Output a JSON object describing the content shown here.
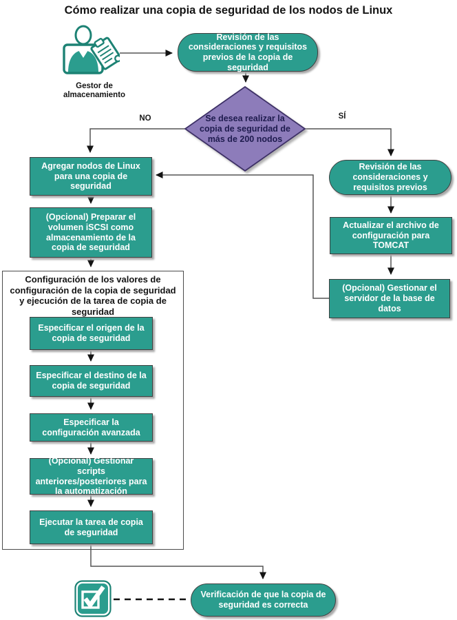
{
  "title": "Cómo realizar una copia de seguridad de los nodos de Linux",
  "colors": {
    "teal": "#2b9d8e",
    "teal_dark": "#1d8274",
    "purple": "#8d7cba",
    "purple_border": "#3d3066",
    "purple_text": "#1e1b4e",
    "line": "#545454"
  },
  "actor": {
    "label": "Gestor de almacenamiento"
  },
  "decision": {
    "text": "Se desea realizar la copia de seguridad de más de 200 nodos",
    "no": "NO",
    "yes": "SÍ"
  },
  "nodes": {
    "revision_copia": "Revisión de las consideraciones y requisitos previos de la copia de seguridad",
    "agregar_nodos": "Agregar nodos de Linux para una copia de seguridad",
    "preparar_iscsi": "(Opcional) Preparar el volumen iSCSI como almacenamiento de la copia de seguridad",
    "origen": "Especificar el origen de la copia de seguridad",
    "destino": "Especificar el destino de la copia de seguridad",
    "avanzada": "Especificar la configuración avanzada",
    "scripts": "(Opcional) Gestionar scripts anteriores/posteriores para la automatización",
    "ejecutar": "Ejecutar la tarea de copia de seguridad",
    "revision_previos": "Revisión de las consideraciones y requisitos previos",
    "tomcat": "Actualizar el archivo de configuración para TOMCAT",
    "servidor_bd": "(Opcional) Gestionar el servidor de la base de datos",
    "verificacion": "Verificación de que la copia de seguridad es correcta"
  },
  "group": {
    "heading": "Configuración de los valores de configuración de la copia de seguridad y ejecución de la tarea de copia de seguridad"
  }
}
